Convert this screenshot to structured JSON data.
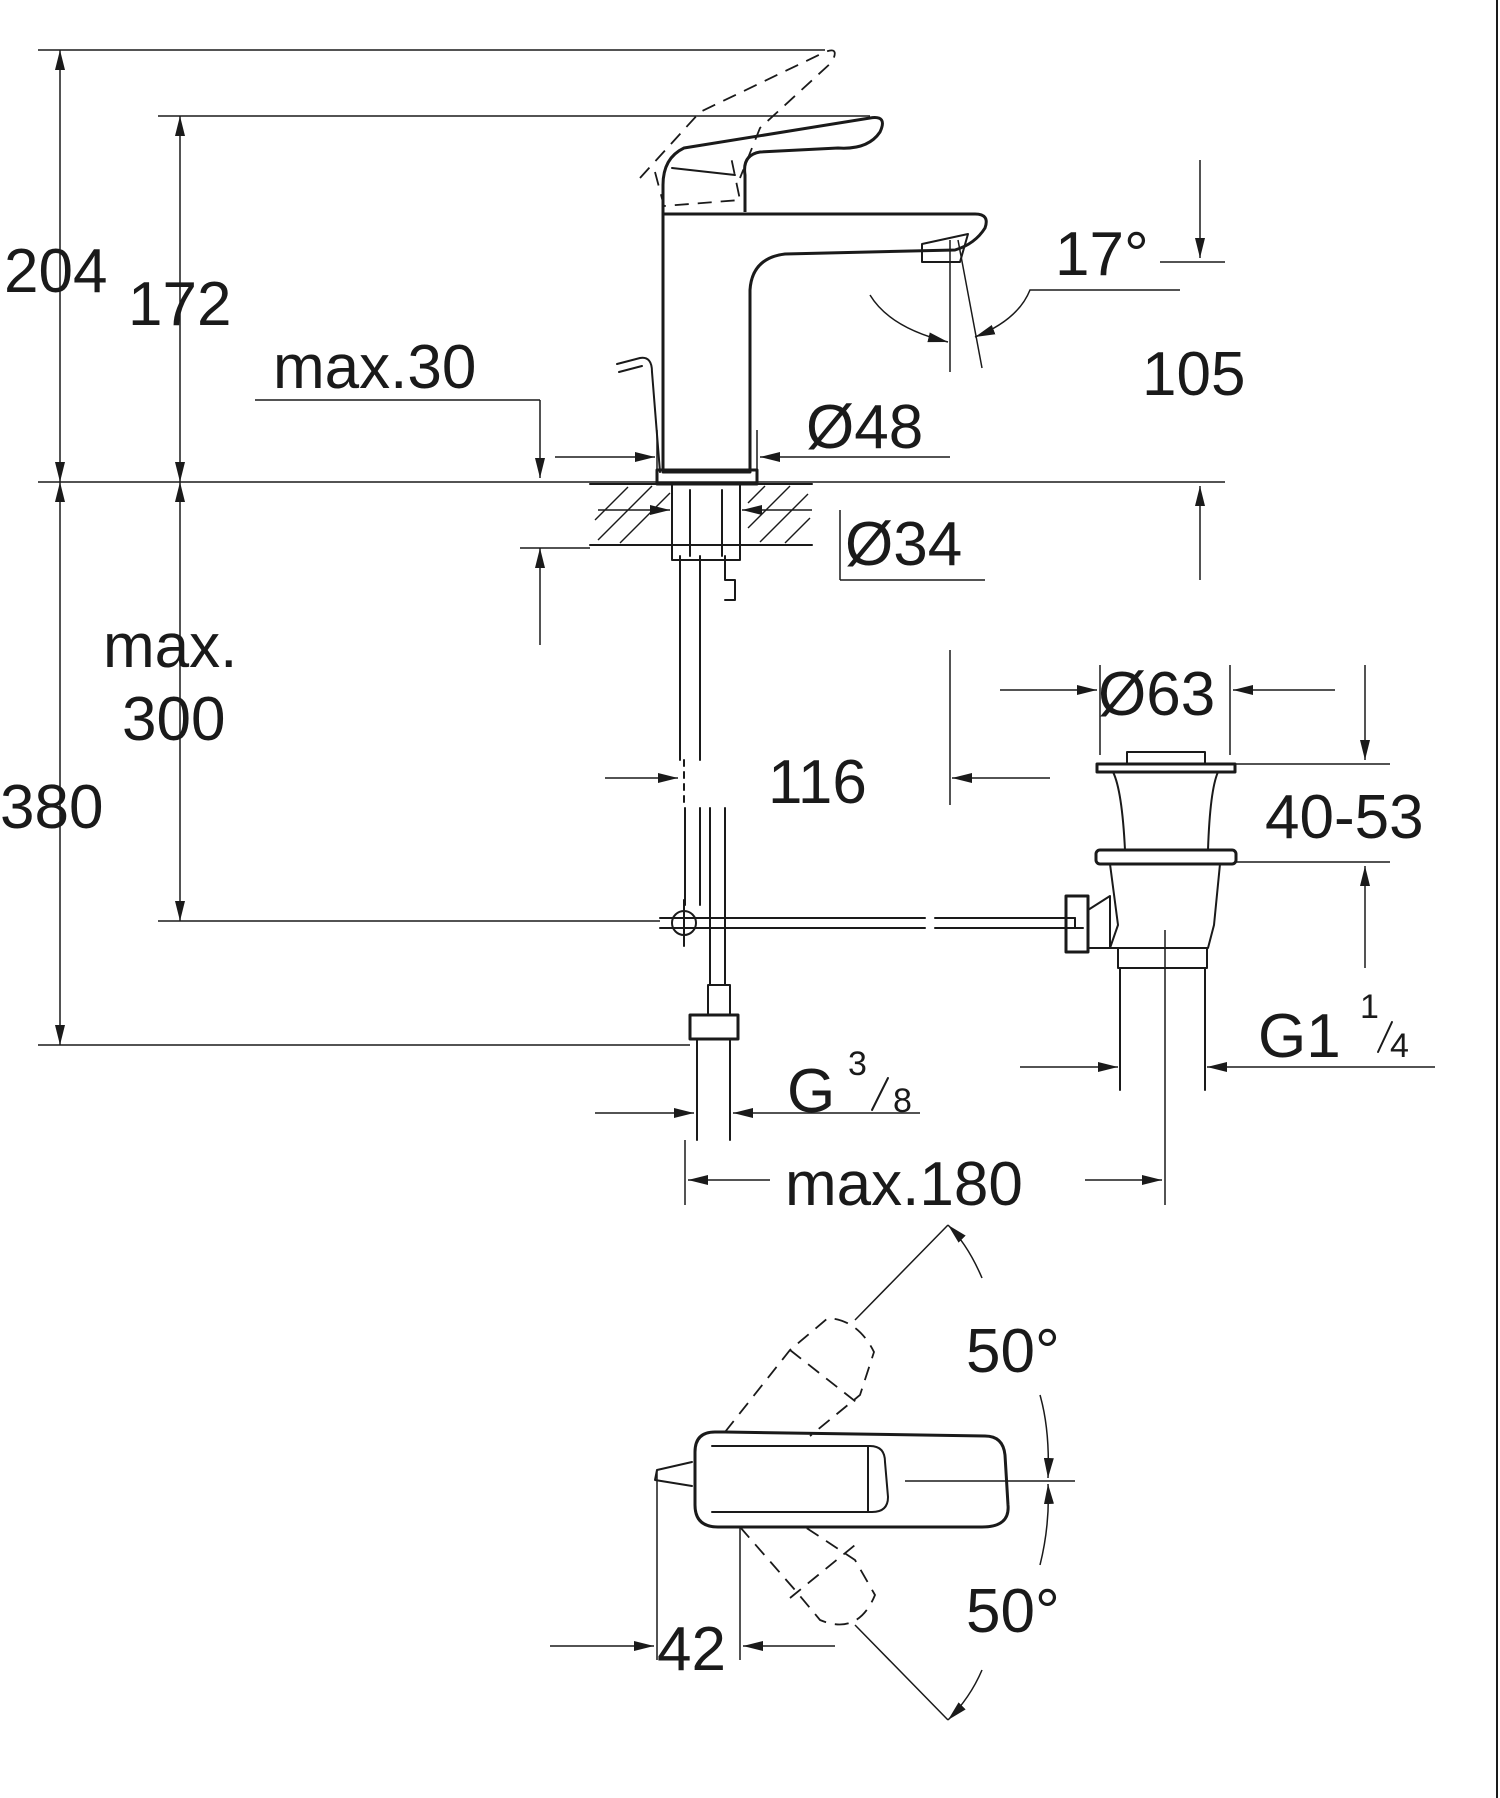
{
  "dimensions": {
    "total_height_lever_open": "204",
    "height_to_lever": "172",
    "deck_thickness": "max.30",
    "spout_angle": "17°",
    "spout_outlet_height": "105",
    "base_diameter": "Ø48",
    "hole_diameter": "Ø34",
    "counter_thickness": "max.",
    "counter_thickness_value": "300",
    "total_height_below": "380",
    "waste_diameter": "Ø63",
    "waste_range": "40-53",
    "spout_projection": "116",
    "waste_thread_main": "G1",
    "waste_thread_num": "1",
    "waste_thread_den": "4",
    "supply_thread_main": "G",
    "supply_thread_num": "3",
    "supply_thread_den": "8",
    "waste_distance": "max.180",
    "lever_angle_up": "50°",
    "lever_angle_down": "50°",
    "top_view_width": "42"
  }
}
